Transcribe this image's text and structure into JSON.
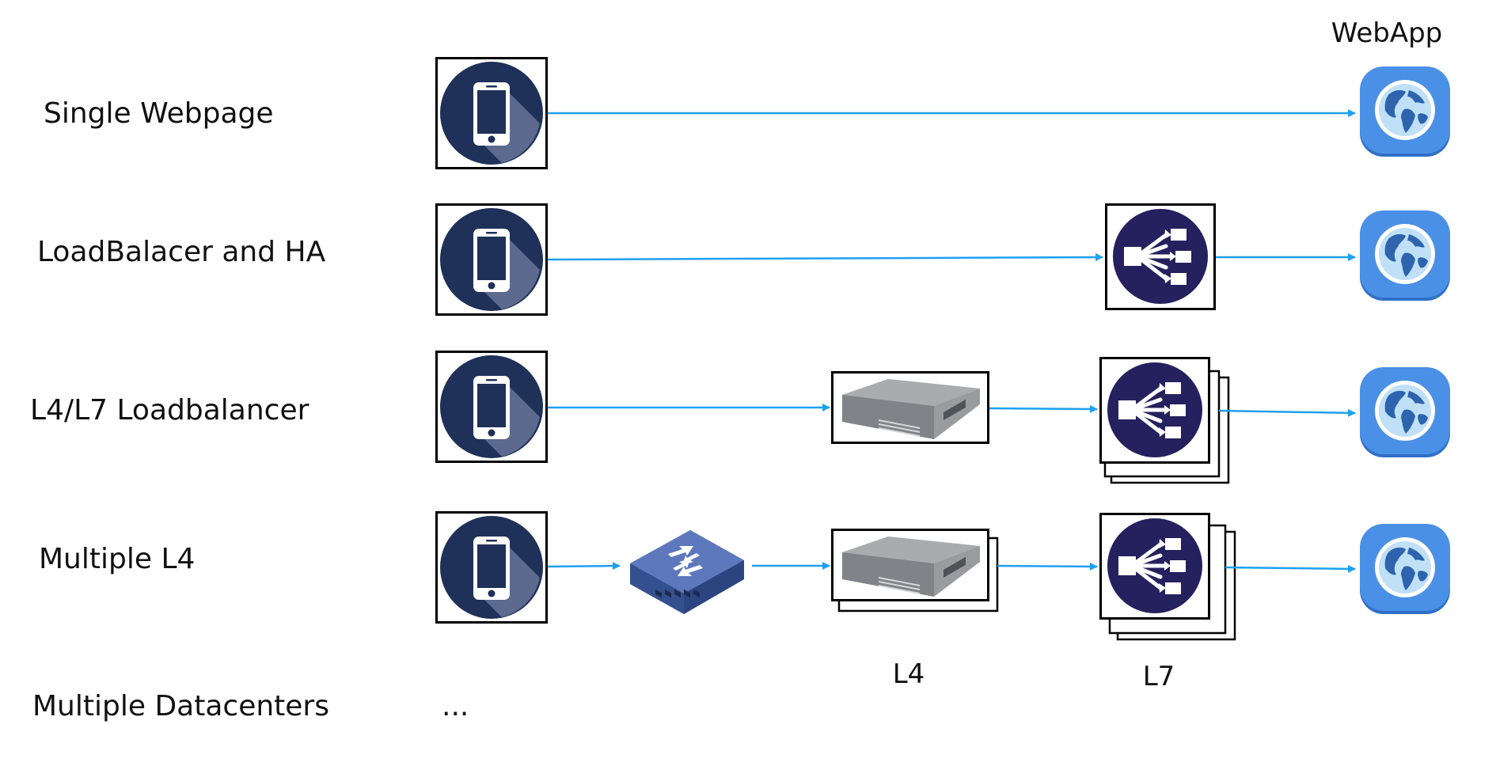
{
  "rows": [
    {
      "label": "Single Webpage"
    },
    {
      "label": "LoadBalacer and HA"
    },
    {
      "label": "L4/L7 Loadbalancer"
    },
    {
      "label": "Multiple L4"
    },
    {
      "label": "Multiple Datacenters"
    }
  ],
  "columns": {
    "webapp": "WebApp",
    "l4": "L4",
    "l7": "L7"
  },
  "ellipsis": "...",
  "icons": {
    "client": "smartphone-icon",
    "switch": "network-switch-icon",
    "l4": "server-icon",
    "l7": "load-balancer-icon",
    "webapp": "globe-icon"
  },
  "colors": {
    "arrow": "#1ea0f2",
    "phone_circle": "#1f3158",
    "lb_circle": "#25215e",
    "globe_tile": "#3f86e2"
  }
}
